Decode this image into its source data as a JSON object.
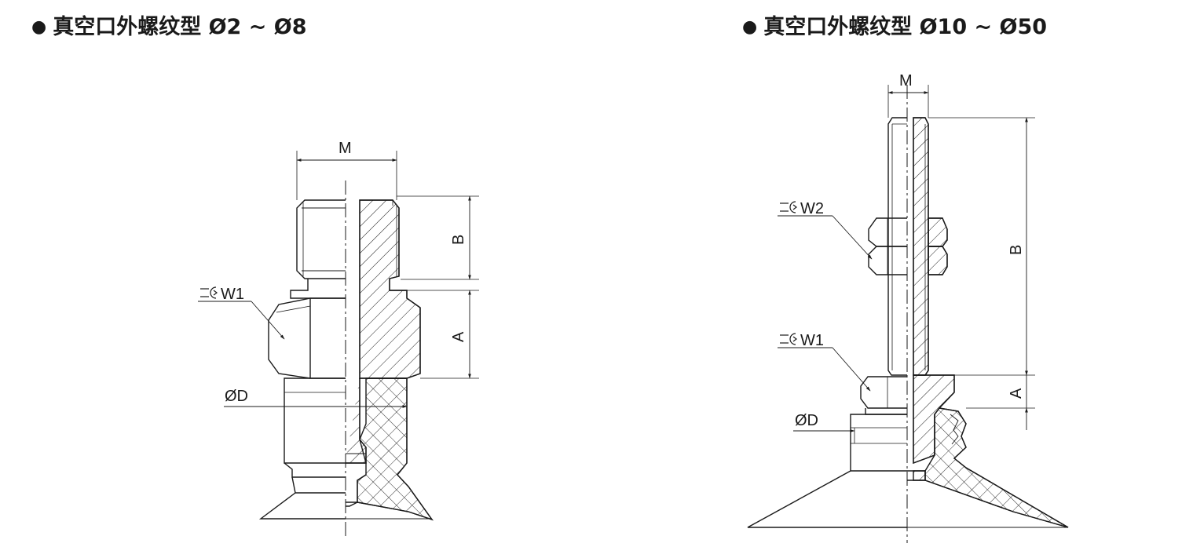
{
  "titles": {
    "left": {
      "bullet": "●",
      "text": "真空口外螺纹型 Ø2 ~ Ø8"
    },
    "right": {
      "bullet": "●",
      "text": "真空口外螺纹型 Ø10 ~ Ø50"
    }
  },
  "left_figure": {
    "dim_M": "M",
    "dim_B": "B",
    "dim_A": "A",
    "dim_D": "ØD",
    "wrench_W1": "W1"
  },
  "right_figure": {
    "dim_M": "M",
    "dim_B": "B",
    "dim_A": "A",
    "dim_D": "ØD",
    "wrench_W1": "W1",
    "wrench_W2": "W2"
  },
  "colors": {
    "line": "#1a1a1a",
    "background": "#ffffff"
  }
}
